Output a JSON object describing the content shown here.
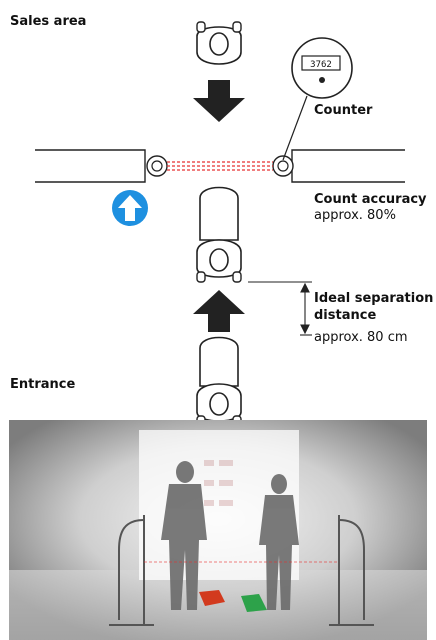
{
  "labels": {
    "sales_area": "Sales area",
    "entrance": "Entrance",
    "counter": "Counter",
    "count_accuracy": "Count accuracy",
    "count_accuracy_value": "approx. 80%",
    "ideal_separation_line1": "Ideal separation",
    "ideal_separation_line2": "distance",
    "ideal_separation_value": "approx. 80 cm",
    "counter_display": "3762"
  },
  "colors": {
    "arrow_dark": "#222222",
    "entry_arrow": "#1e90e0",
    "beam": "#e53030",
    "photo_bg": "#9a9a9a"
  },
  "icons": {
    "direction_arrow_dark": "arrow-down / arrow-up",
    "entry_indicator": "arrow-up-circle"
  }
}
